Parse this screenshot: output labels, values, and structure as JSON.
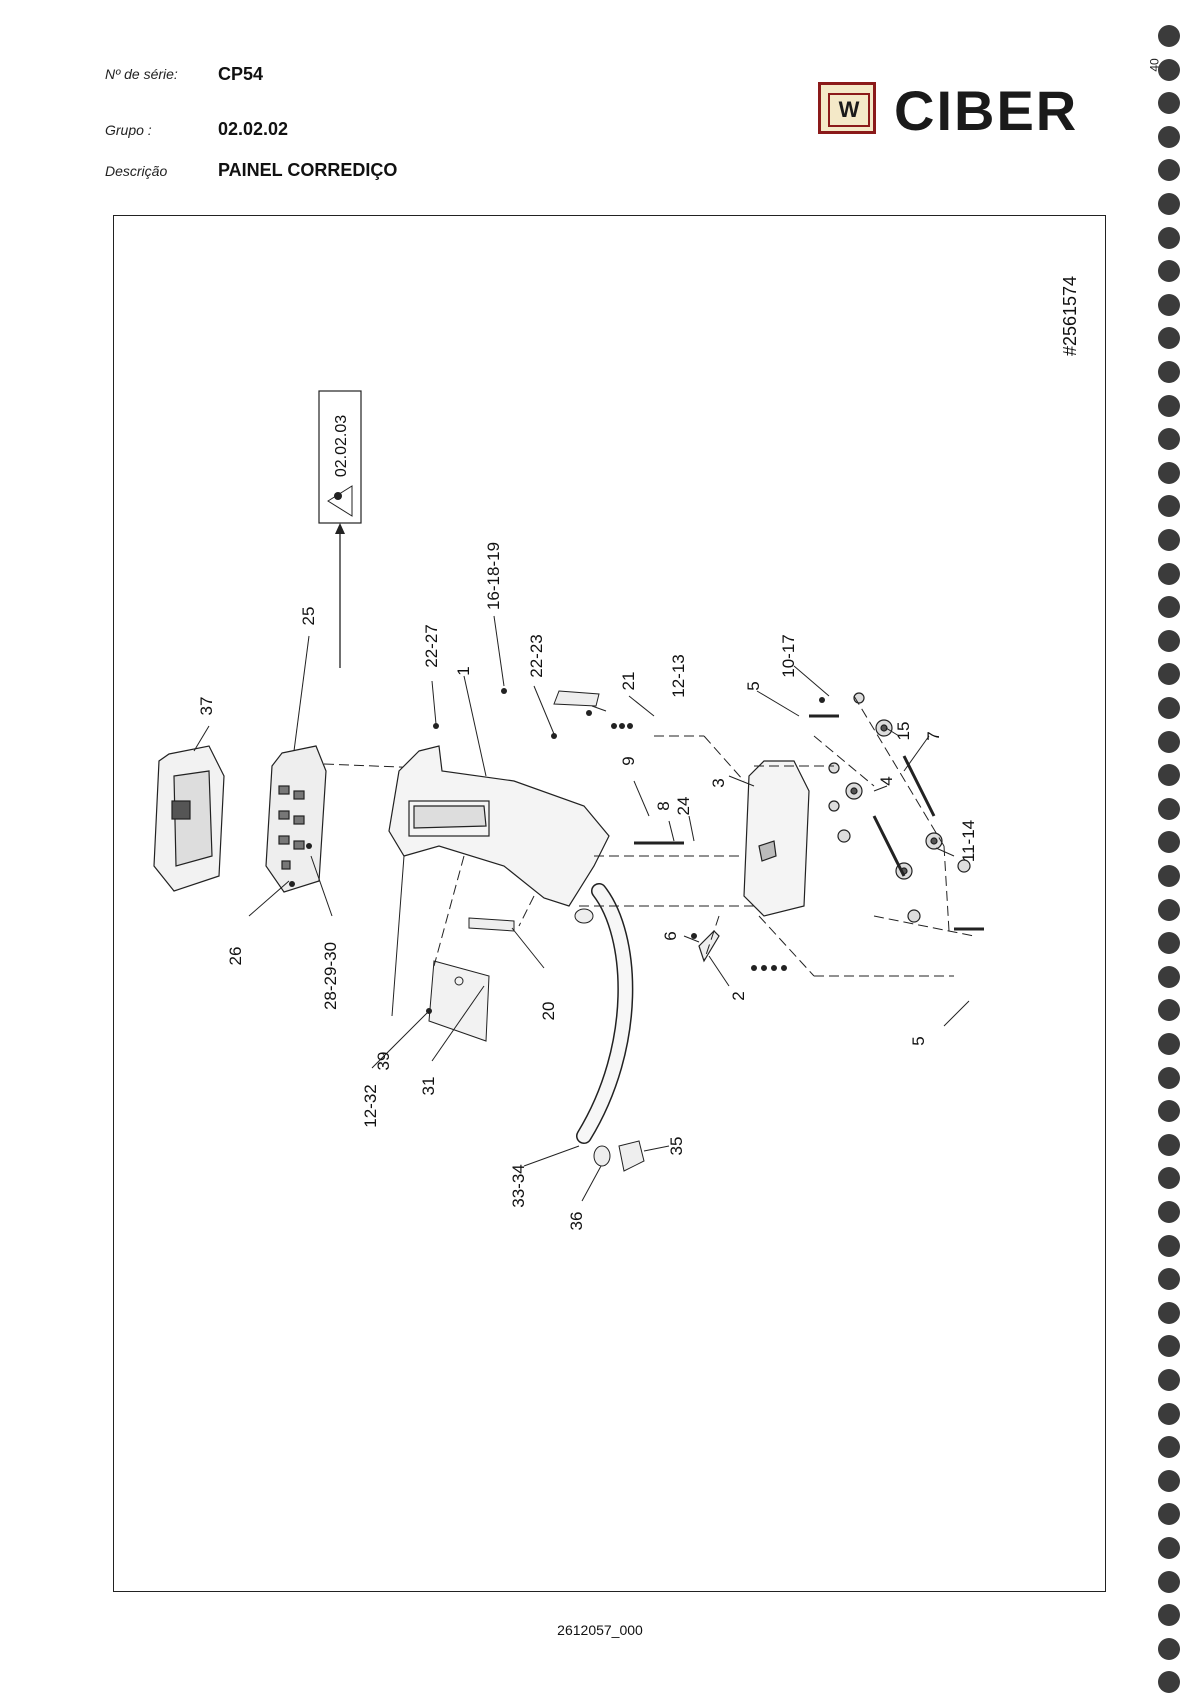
{
  "header": {
    "serial_label": "Nº de série:",
    "serial_value": "CP54",
    "group_label": "Grupo :",
    "group_value": "02.02.02",
    "description_label": "Descrição",
    "description_value": "PAINEL CORREDIÇO"
  },
  "logo": {
    "mark": "W",
    "brand": "CIBER",
    "brand_color": "#8b1a1a"
  },
  "drawing": {
    "ref_number": "#2561574",
    "view_ref": "02.02.03",
    "callouts": [
      "37",
      "25",
      "26",
      "28-29-30",
      "22-27",
      "39",
      "1",
      "16-18-19",
      "22-23",
      "12-32",
      "31",
      "20",
      "21",
      "12-13",
      "9",
      "8",
      "24",
      "33-34",
      "36",
      "35",
      "6",
      "2",
      "3",
      "10-17",
      "5",
      "15",
      "4",
      "7",
      "11-14",
      "5"
    ]
  },
  "footer": {
    "doc_code": "2612057_000"
  },
  "page_number": "40"
}
